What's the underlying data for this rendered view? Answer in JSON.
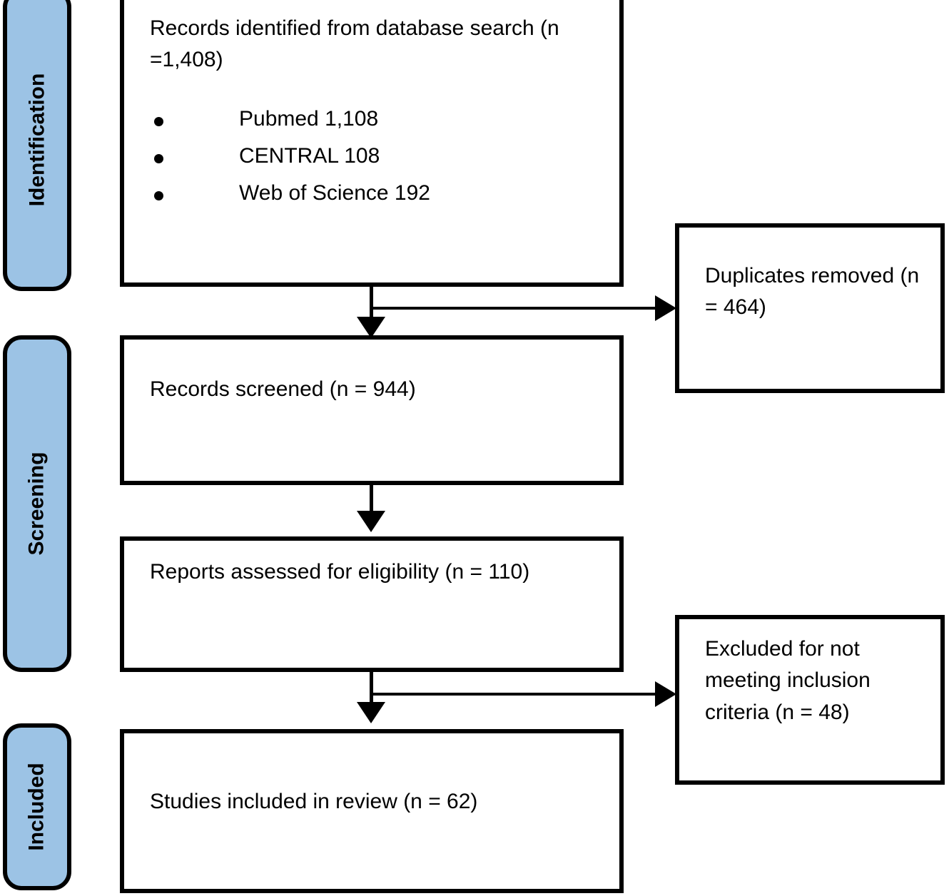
{
  "diagram": {
    "type": "prisma-flow-diagram",
    "stages": [
      {
        "id": "identification",
        "label": "Identification"
      },
      {
        "id": "screening",
        "label": "Screening"
      },
      {
        "id": "included",
        "label": "Included"
      }
    ],
    "boxes": {
      "identified": {
        "text": "Records identified from database search (n =1,408)",
        "sources": [
          {
            "label": "Pubmed 1,108"
          },
          {
            "label": "CENTRAL 108"
          },
          {
            "label": "Web of Science 192"
          }
        ]
      },
      "duplicates": {
        "text": "Duplicates removed (n = 464)"
      },
      "screened": {
        "text": "Records screened (n = 944)"
      },
      "assessed": {
        "text": "Reports assessed for eligibility (n = 110)"
      },
      "excluded": {
        "text": "Excluded for not meeting inclusion criteria (n = 48)"
      },
      "included": {
        "text": "Studies included in review (n = 62)"
      }
    },
    "colors": {
      "stage_fill": "#9CC3E5",
      "stroke": "#000000",
      "box_fill": "#FFFFFF"
    }
  }
}
